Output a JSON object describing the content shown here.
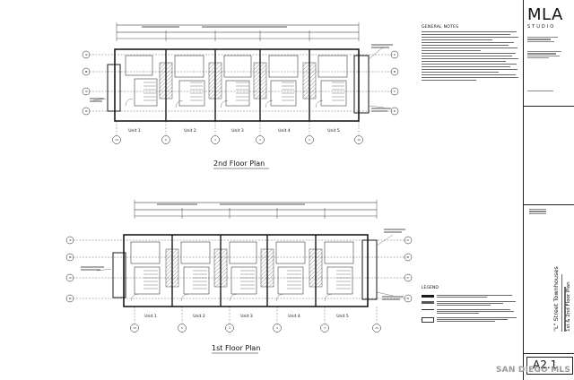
{
  "firm": {
    "name": "MLA",
    "subtitle": "STUDIO"
  },
  "plans": {
    "upper_title": "2nd Floor Plan",
    "lower_title": "1st Floor Plan"
  },
  "units_upper": [
    "Unit 1",
    "Unit 2",
    "Unit 3",
    "Unit 4",
    "Unit 5"
  ],
  "units_lower": [
    "Unit 1",
    "Unit 2",
    "Unit 3",
    "Unit 4",
    "Unit 5"
  ],
  "grid_bubbles_upper": [
    "14",
    "5",
    "3",
    "3",
    "3",
    "15"
  ],
  "grid_bubbles_lower": [
    "14",
    "5",
    "3",
    "3",
    "3",
    "15"
  ],
  "row_bubbles": [
    "A",
    "B",
    "C",
    "D"
  ],
  "notes": {
    "heading": "GENERAL NOTES"
  },
  "legend": {
    "heading": "LEGEND"
  },
  "project": {
    "title": "\"L\" Street Townhouses"
  },
  "sheet": {
    "title": "1st & 2nd Floor Plan",
    "number": "A2.1"
  },
  "watermark": "SAN DIEGO MLS",
  "colors": {
    "linework": "#1a1a1a",
    "hatch": "#555555",
    "watermark": "#9a9a9a"
  }
}
